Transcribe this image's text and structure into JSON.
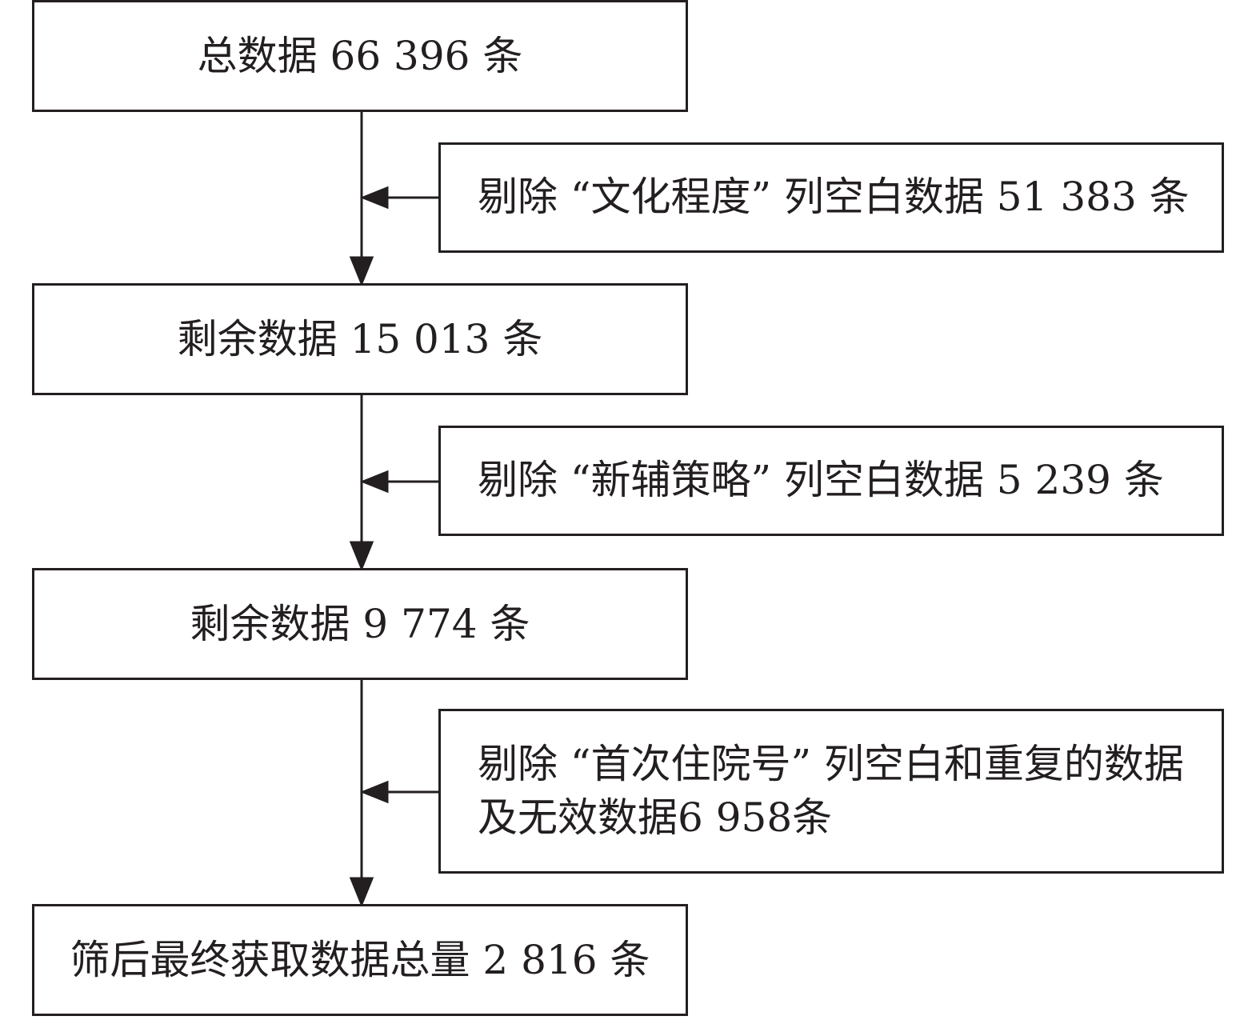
{
  "flowchart": {
    "steps": [
      {
        "text": "总数据 66 396 条"
      },
      {
        "text": "剩余数据 15 013 条"
      },
      {
        "text": "剩余数据 9 774 条"
      },
      {
        "text": "筛后最终获取数据总量 2 816 条"
      }
    ],
    "exclusions": [
      {
        "text": "剔除 “文化程度” 列空白数据 51 383 条"
      },
      {
        "text": "剔除 “新辅策略” 列空白数据 5 239 条"
      },
      {
        "text": "剔除 “首次住院号” 列空白和重复的数据及无效数据6 958条"
      }
    ],
    "colors": {
      "line": "#231f20",
      "text": "#231f20",
      "background": "#ffffff"
    }
  }
}
